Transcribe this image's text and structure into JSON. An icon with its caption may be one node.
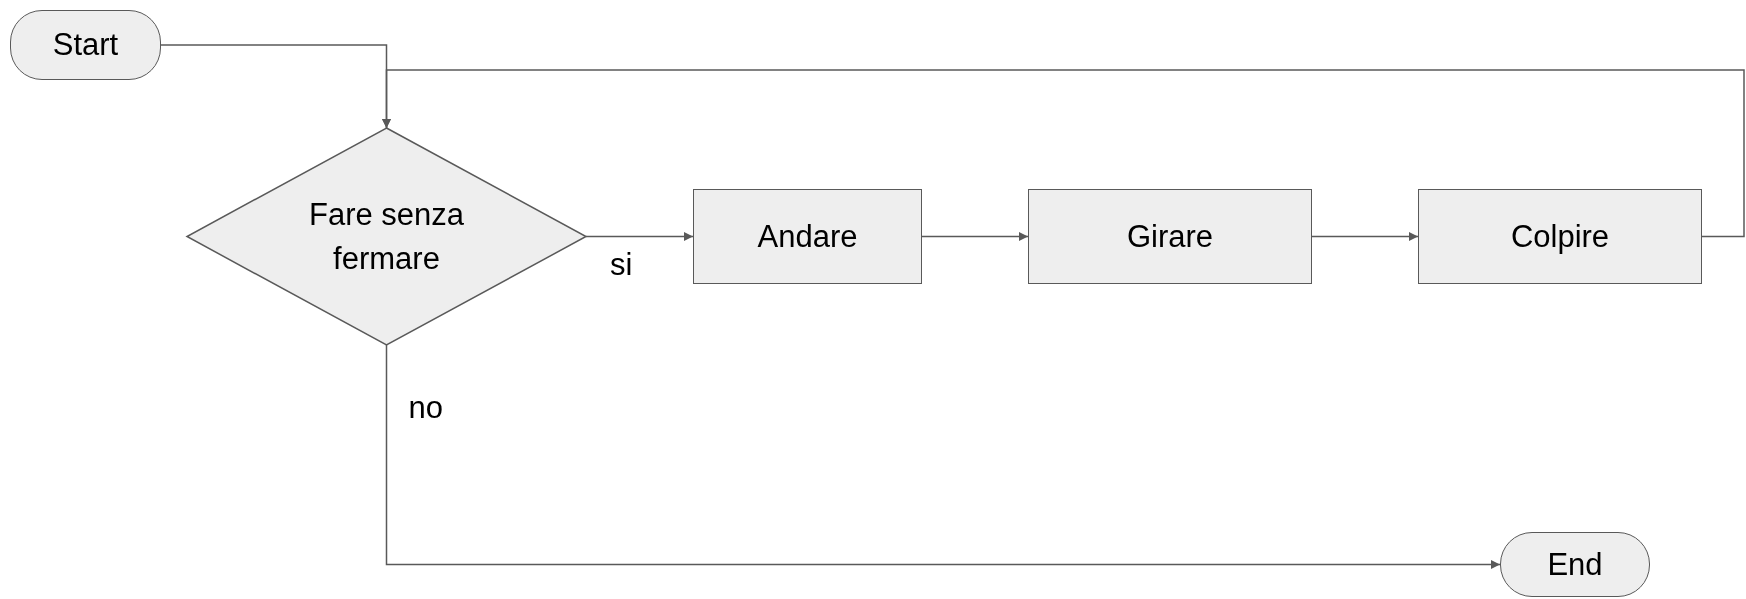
{
  "diagram": {
    "nodes": [
      {
        "text": [
          "Start"
        ]
      },
      {
        "text": [
          "Fare senza fermare"
        ]
      },
      {
        "text": [
          "Andare"
        ]
      },
      {
        "text": [
          "Girare"
        ]
      },
      {
        "text": [
          "Colpire"
        ]
      },
      {
        "text": [
          "End"
        ]
      }
    ],
    "edges": [
      {
        "from": 0,
        "to": 1,
        "arrow": "to"
      },
      {
        "from": 1,
        "to": 2,
        "arrow": "to",
        "label": "si"
      },
      {
        "from": 2,
        "to": 3,
        "arrow": "to"
      },
      {
        "from": 3,
        "to": 4,
        "arrow": "to"
      },
      {
        "from": 4,
        "to": 1,
        "arrow": "to"
      },
      {
        "from": 1,
        "to": 5,
        "arrow": "to",
        "label": "no"
      }
    ]
  }
}
